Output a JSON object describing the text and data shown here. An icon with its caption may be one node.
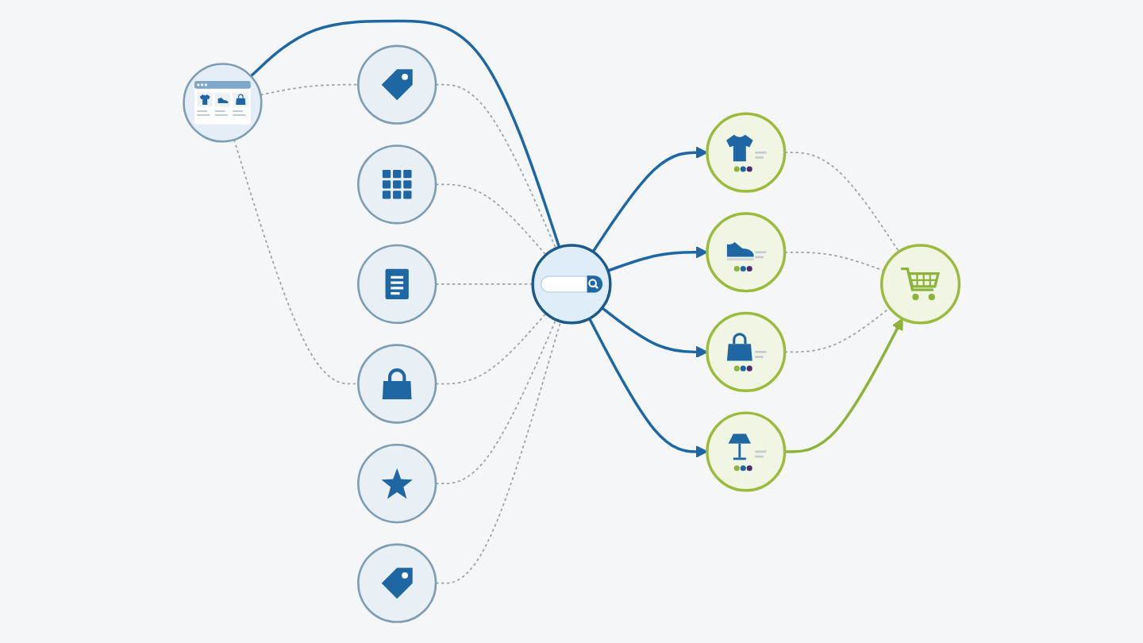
{
  "diagram": {
    "nodes": [
      {
        "text": [],
        "shape": "circle"
      },
      {
        "text": [],
        "shape": "circle"
      },
      {
        "text": [],
        "shape": "circle"
      },
      {
        "text": [],
        "shape": "circle"
      },
      {
        "text": [],
        "shape": "circle"
      },
      {
        "text": [],
        "shape": "circle"
      },
      {
        "text": [],
        "shape": "circle"
      },
      {
        "text": [],
        "shape": "circle"
      },
      {
        "text": [],
        "shape": "circle"
      },
      {
        "text": [],
        "shape": "circle"
      },
      {
        "text": [],
        "shape": "circle"
      },
      {
        "text": [],
        "shape": "circle"
      },
      {
        "text": [],
        "shape": "circle"
      }
    ],
    "edges": [
      {
        "from": 0,
        "to": 7,
        "arrow": "none",
        "color": "#1f67a3"
      },
      {
        "from": 0,
        "to": 1,
        "arrow": "none",
        "style": "dashed"
      },
      {
        "from": 1,
        "to": 7,
        "arrow": "none",
        "style": "dashed"
      },
      {
        "from": 2,
        "to": 7,
        "arrow": "none",
        "style": "dashed"
      },
      {
        "from": 3,
        "to": 7,
        "arrow": "none",
        "style": "dashed"
      },
      {
        "from": 0,
        "to": 4,
        "arrow": "none",
        "style": "dashed"
      },
      {
        "from": 4,
        "to": 7,
        "arrow": "none",
        "style": "dashed"
      },
      {
        "from": 5,
        "to": 7,
        "arrow": "none",
        "style": "dashed"
      },
      {
        "from": 6,
        "to": 7,
        "arrow": "none",
        "style": "dashed"
      },
      {
        "from": 7,
        "to": 8,
        "arrow": "to",
        "color": "#1f67a3"
      },
      {
        "from": 7,
        "to": 9,
        "arrow": "to",
        "color": "#1f67a3"
      },
      {
        "from": 7,
        "to": 10,
        "arrow": "to",
        "color": "#1f67a3"
      },
      {
        "from": 7,
        "to": 11,
        "arrow": "to",
        "color": "#1f67a3"
      },
      {
        "from": 8,
        "to": 12,
        "arrow": "none",
        "style": "dashed"
      },
      {
        "from": 9,
        "to": 12,
        "arrow": "none",
        "style": "dashed"
      },
      {
        "from": 10,
        "to": 12,
        "arrow": "none",
        "style": "dashed"
      },
      {
        "from": 11,
        "to": 12,
        "arrow": "to",
        "color": "#8db33a"
      }
    ]
  }
}
